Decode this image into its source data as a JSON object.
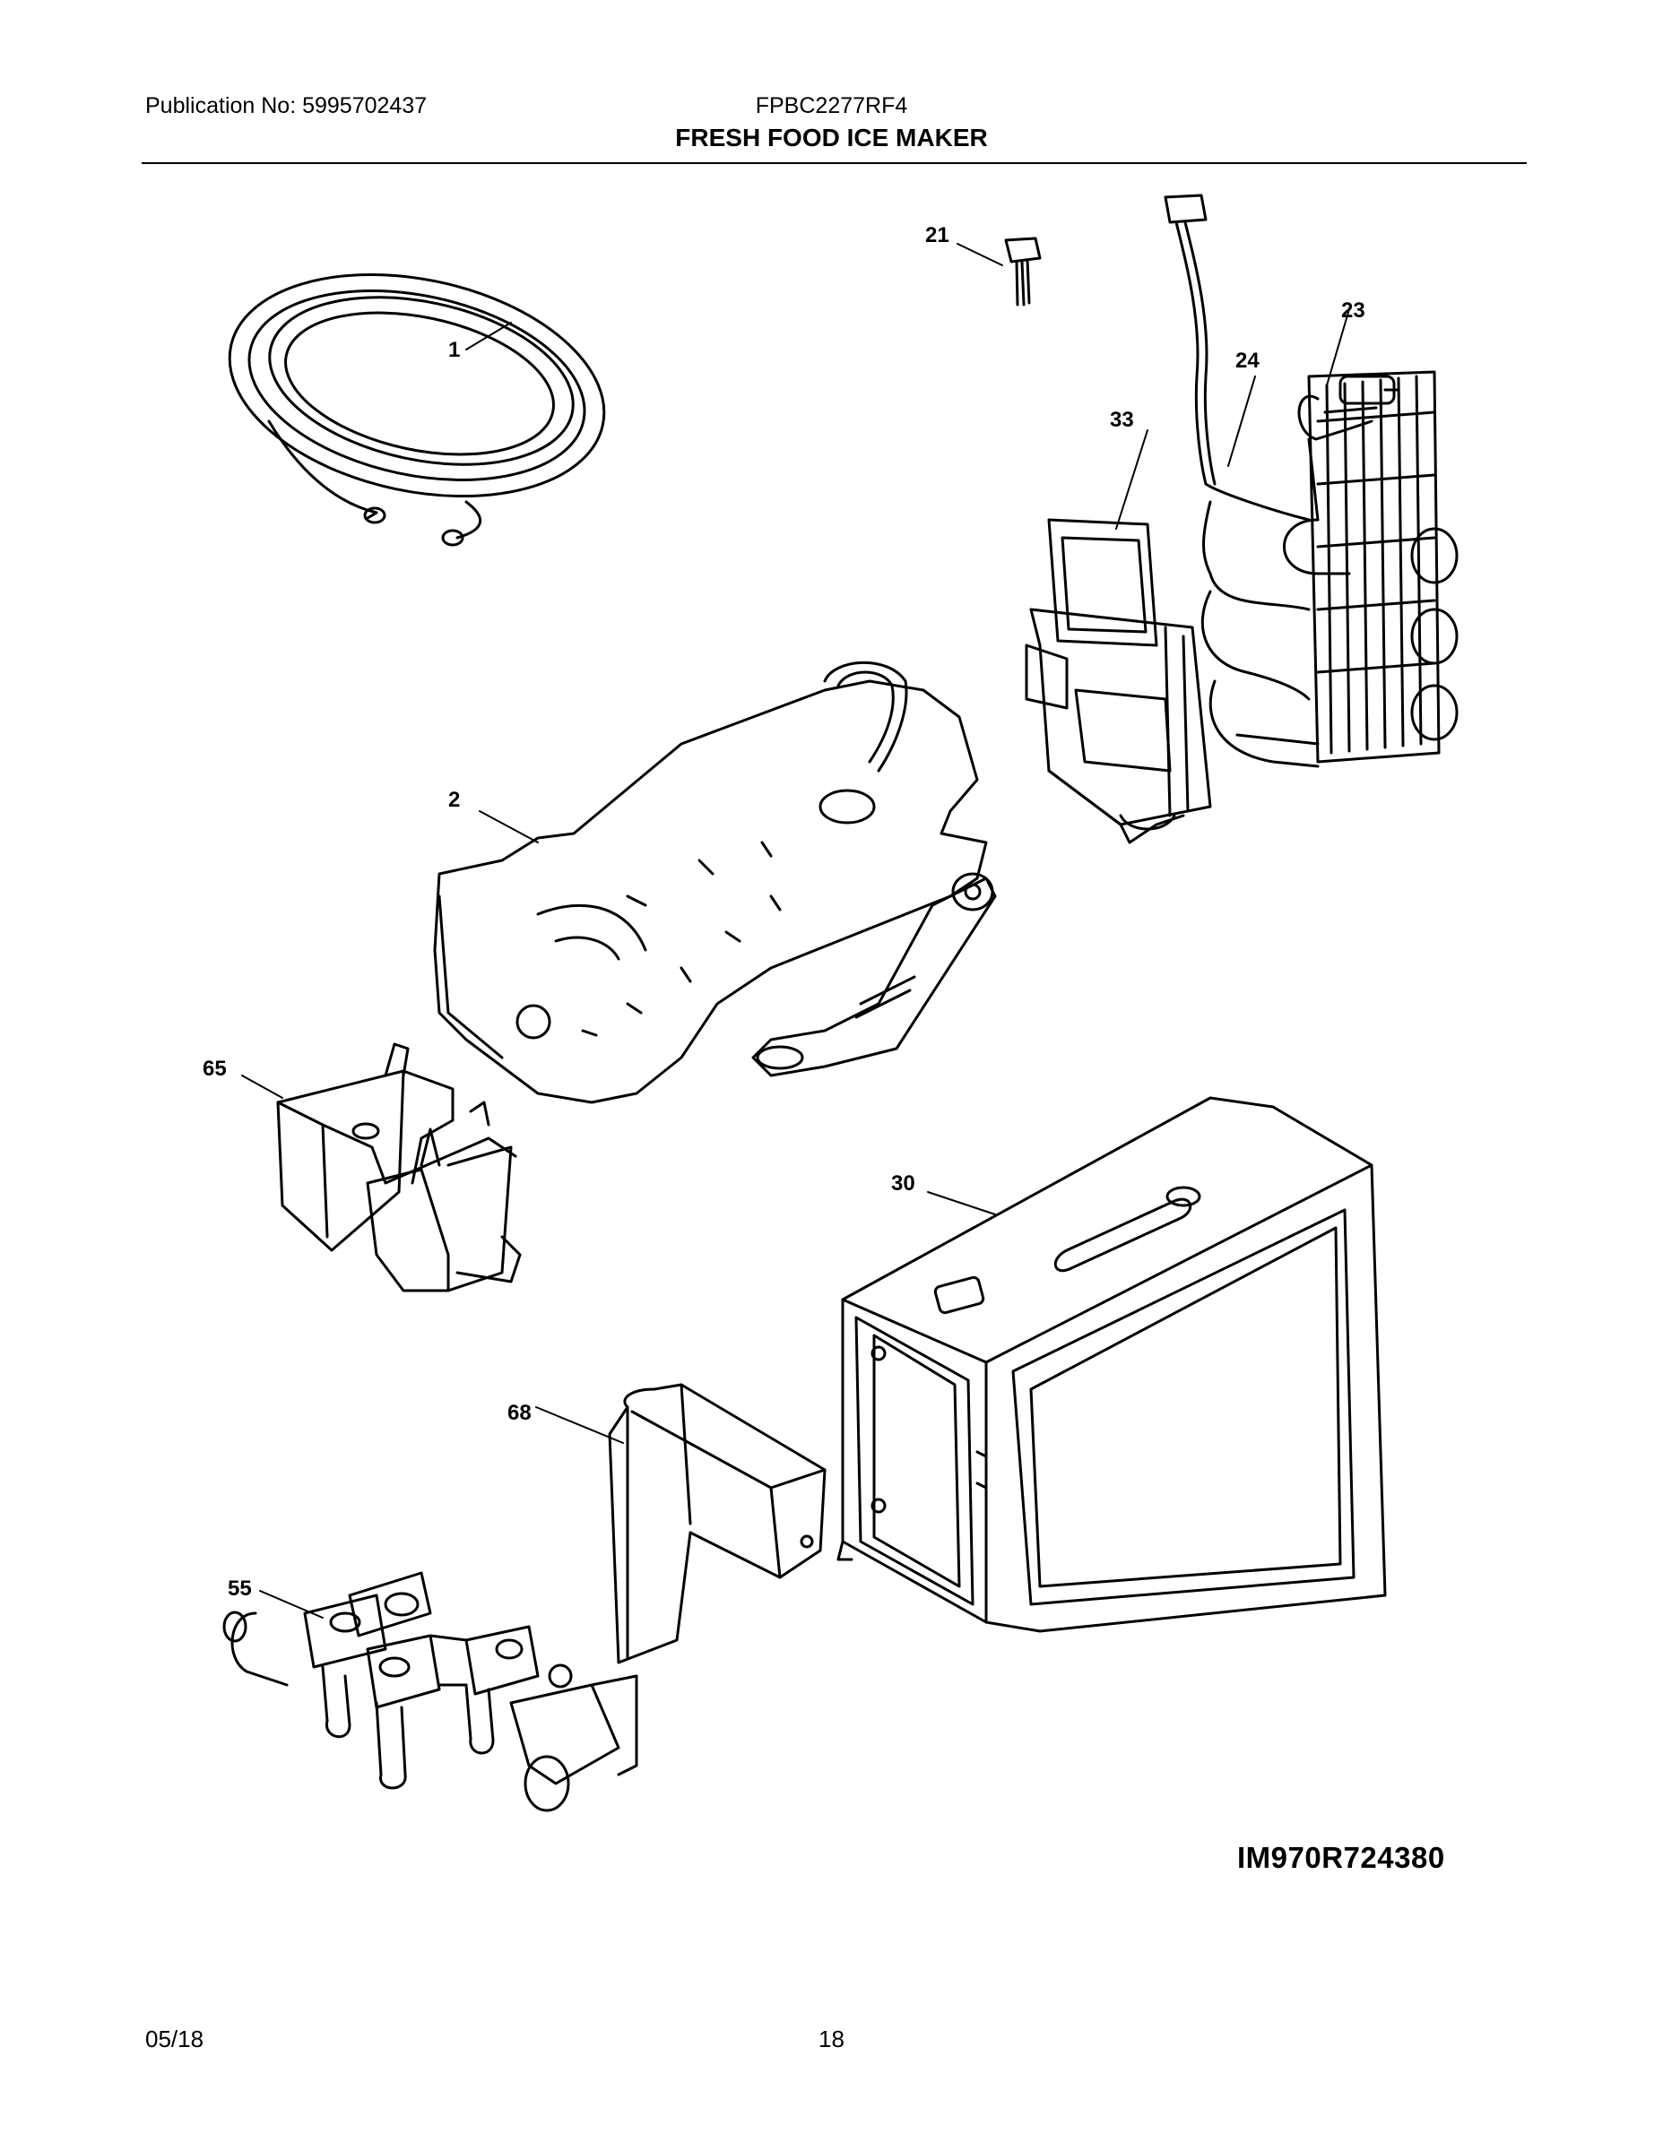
{
  "header": {
    "publication": "Publication No: 5995702437",
    "model": "FPBC2277RF4",
    "title": "FRESH FOOD ICE MAKER"
  },
  "callouts": {
    "c1": "1",
    "c2": "2",
    "c21": "21",
    "c23": "23",
    "c24": "24",
    "c30": "30",
    "c33": "33",
    "c55": "55",
    "c65": "65",
    "c68": "68"
  },
  "diagram_id": "IM970R724380",
  "footer": {
    "date": "05/18",
    "page": "18"
  }
}
